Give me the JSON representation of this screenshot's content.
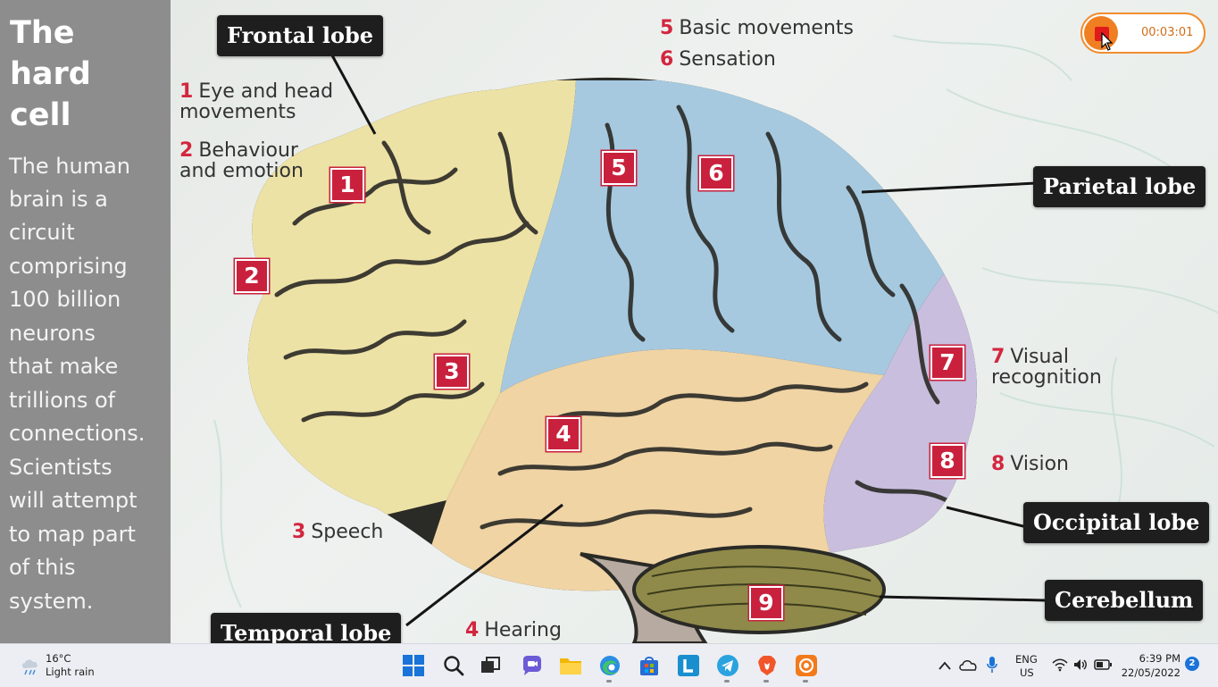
{
  "sidebar": {
    "heading": [
      "The",
      "hard",
      "cell"
    ],
    "body": [
      "The human",
      "brain is a",
      "circuit",
      "comprising",
      "100 billion",
      "neurons",
      "that make",
      "trillions of",
      "connections.",
      "Scientists",
      "will attempt",
      "to map part",
      "of this",
      "system."
    ]
  },
  "lobes": {
    "frontal": "Frontal lobe",
    "parietal": "Parietal lobe",
    "occipital": "Occipital lobe",
    "cerebellum": "Cerebellum",
    "temporal": "Temporal lobe"
  },
  "functions": [
    {
      "num": "1",
      "lines": [
        "Eye and head",
        "movements"
      ]
    },
    {
      "num": "2",
      "lines": [
        "Behaviour",
        "and emotion"
      ]
    },
    {
      "num": "3",
      "lines": [
        "Speech"
      ]
    },
    {
      "num": "4",
      "lines": [
        "Hearing"
      ]
    },
    {
      "num": "5",
      "lines": [
        "Basic movements"
      ]
    },
    {
      "num": "6",
      "lines": [
        "Sensation"
      ]
    },
    {
      "num": "7",
      "lines": [
        "Visual",
        "recognition"
      ]
    },
    {
      "num": "8",
      "lines": [
        "Vision"
      ]
    }
  ],
  "region_tags": [
    "1",
    "2",
    "3",
    "4",
    "5",
    "6",
    "7",
    "8",
    "9"
  ],
  "colors": {
    "frontal": "#ede2a5",
    "parietal": "#a6c9df",
    "temporal": "#f0d4a4",
    "occipital": "#c9bedd",
    "cerebellum": "#8f8a4a",
    "brainstem": "#b7aaa0",
    "tag": "#c9213d",
    "recorder_accent": "#f28d2f"
  },
  "recorder": {
    "time": "00:03:01"
  },
  "taskbar": {
    "weather": {
      "temp": "16°C",
      "desc": "Light rain"
    },
    "apps": [
      "start-icon",
      "search-icon",
      "task-view-icon",
      "chat-icon",
      "file-explorer-icon",
      "edge-icon",
      "store-icon",
      "l-app-icon",
      "telegram-icon",
      "brave-icon",
      "recorder-app-icon"
    ],
    "lang": {
      "code": "ENG",
      "region": "US"
    },
    "clock": {
      "time": "6:39 PM",
      "date": "22/05/2022"
    },
    "notifications": "2"
  }
}
